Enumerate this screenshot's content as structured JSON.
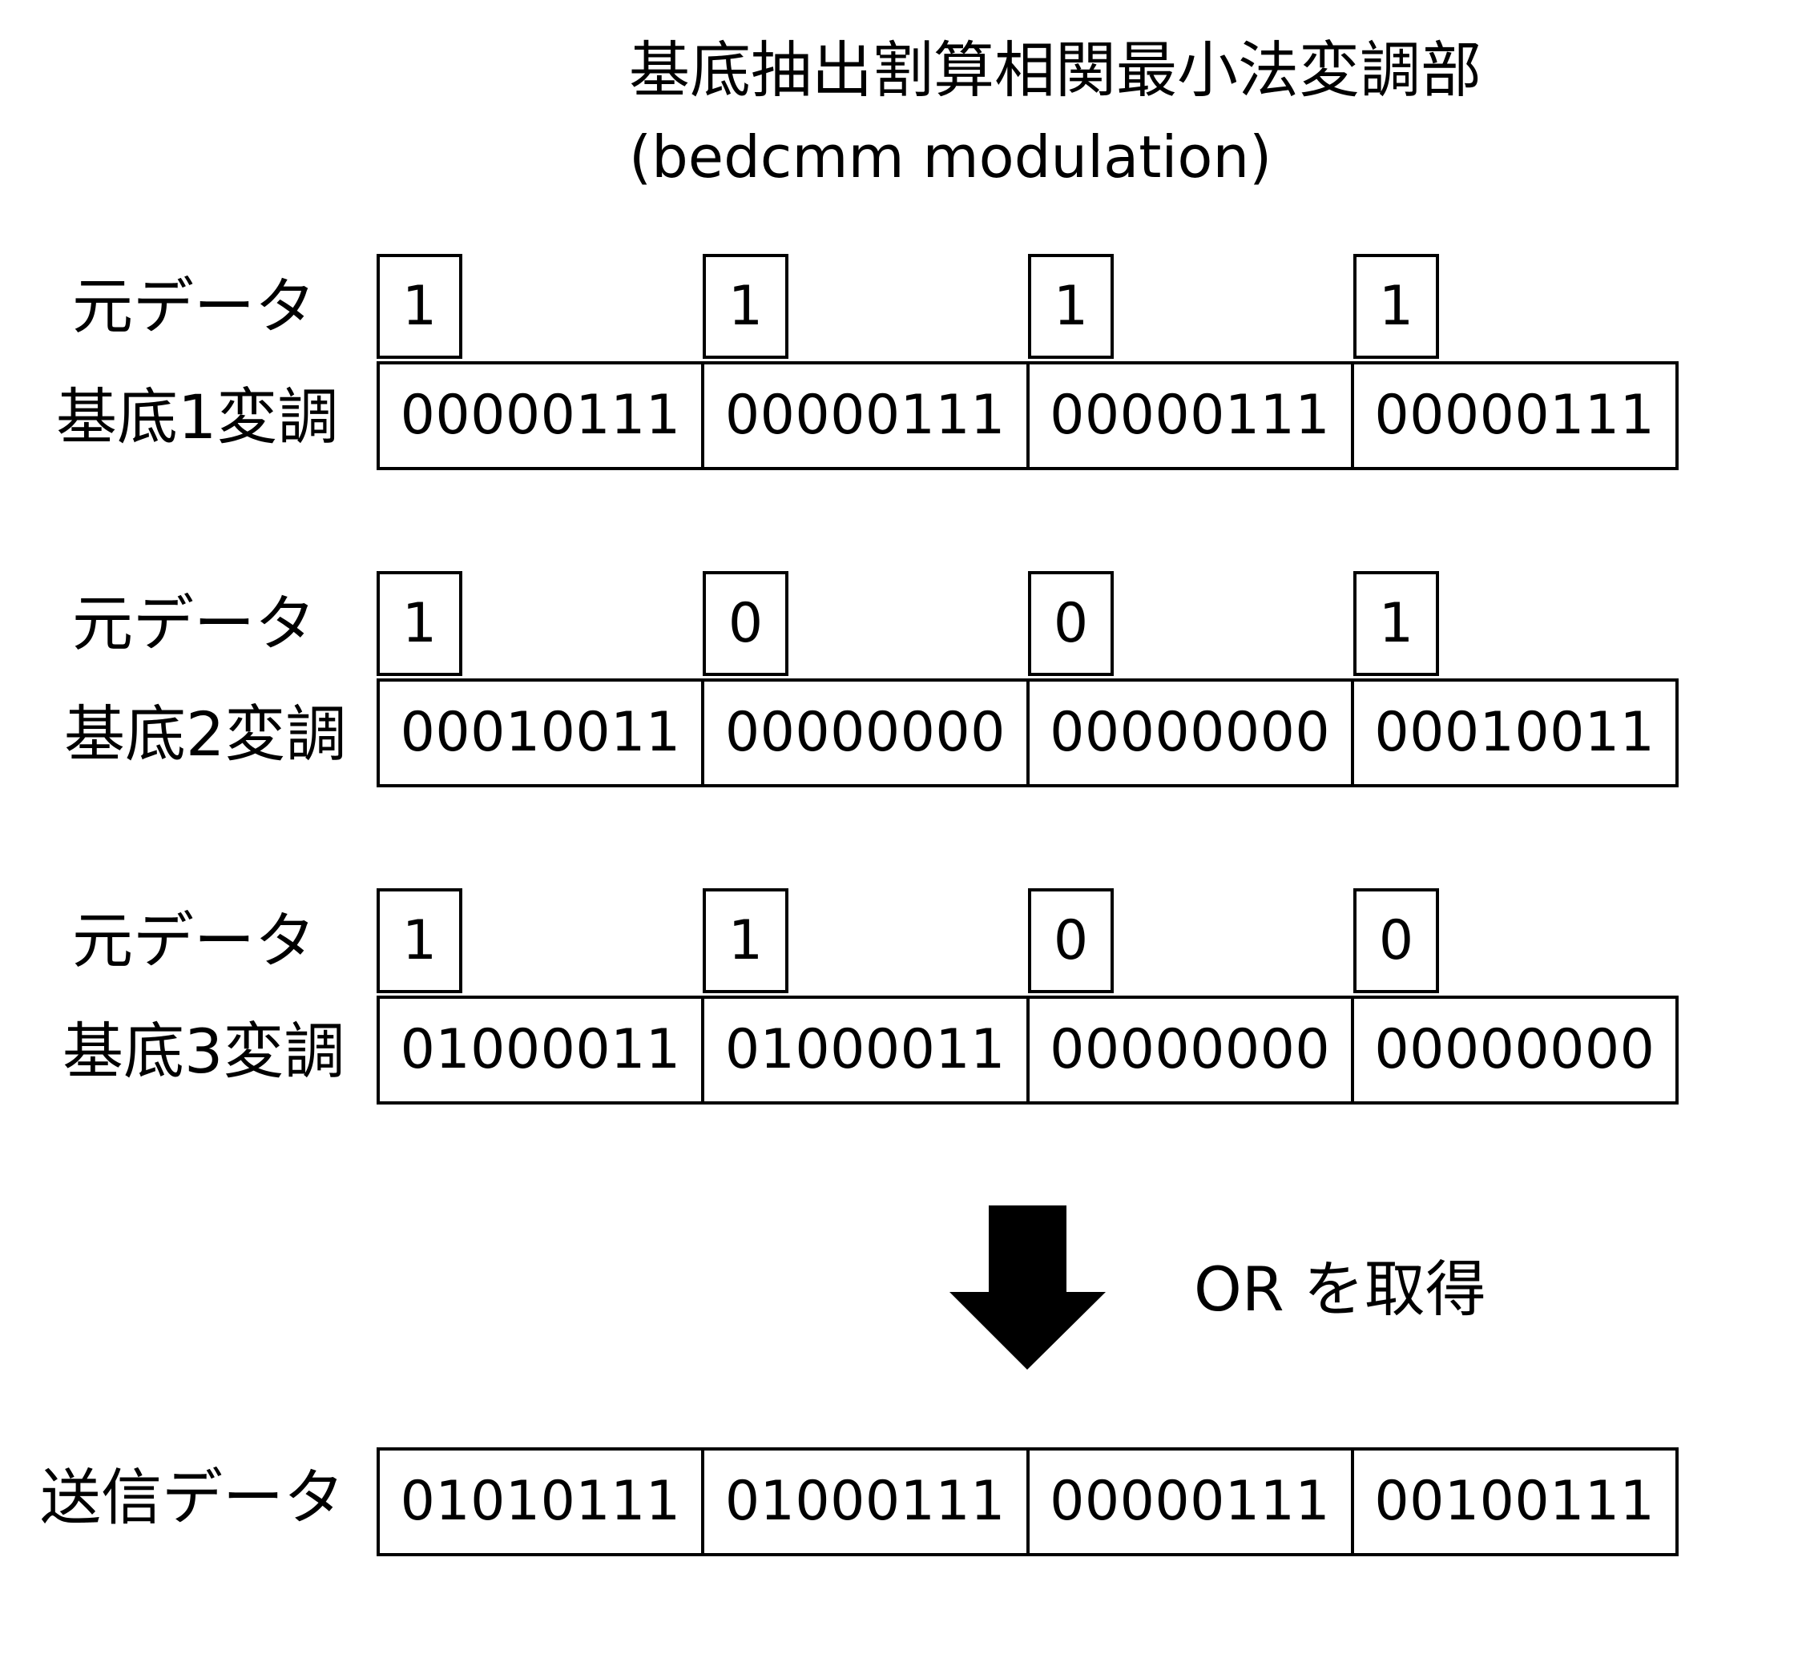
{
  "title": {
    "jp": "基底抽出割算相関最小法変調部",
    "en": "(bedcmm modulation)"
  },
  "groups": [
    {
      "orig_label": "元データ",
      "mod_label": "基底1変調",
      "bits": [
        "1",
        "1",
        "1",
        "1"
      ],
      "cells": [
        "00000111",
        "00000111",
        "00000111",
        "00000111"
      ]
    },
    {
      "orig_label": "元データ",
      "mod_label": "基底2変調",
      "bits": [
        "1",
        "0",
        "0",
        "1"
      ],
      "cells": [
        "00010011",
        "00000000",
        "00000000",
        "00010011"
      ]
    },
    {
      "orig_label": "元データ",
      "mod_label": "基底3変調",
      "bits": [
        "1",
        "1",
        "0",
        "0"
      ],
      "cells": [
        "01000011",
        "01000011",
        "00000000",
        "00000000"
      ]
    }
  ],
  "operation": {
    "label": "OR を取得",
    "icon": "down-arrow-icon"
  },
  "transmit": {
    "label": "送信データ",
    "cells": [
      "01010111",
      "01000111",
      "00000111",
      "00100111"
    ]
  }
}
